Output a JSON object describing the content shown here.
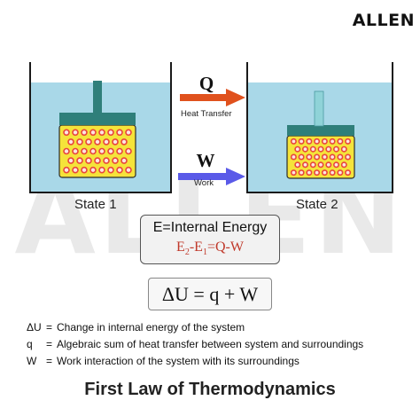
{
  "brand": "ALLEN",
  "watermark": "ALLEN",
  "states": [
    "State 1",
    "State 2"
  ],
  "arrows": {
    "heat": {
      "symbol": "Q",
      "caption": "Heat Transfer",
      "color": "#e0511d"
    },
    "work": {
      "symbol": "W",
      "caption": "Work",
      "color": "#5a5ae8"
    }
  },
  "energy_box": {
    "title": "E=Internal Energy",
    "eq": {
      "a": "E",
      "a_sub": "2",
      "dash": "-",
      "b": "E",
      "b_sub": "1",
      "rest": "=Q-W"
    }
  },
  "first_law": "ΔU = q + W",
  "legend": [
    {
      "symbol": "ΔU",
      "text": "Change in internal energy of the system"
    },
    {
      "symbol": "q",
      "text": "Algebraic sum of heat transfer between system and surroundings"
    },
    {
      "symbol": "W",
      "text": "Work interaction of the system with its surroundings"
    }
  ],
  "footer_title": "First Law of Thermodynamics",
  "colors": {
    "water": "#a9d8e8",
    "gas": "#f5e33a",
    "molecule": "#e8453c",
    "piston": "#2f7f7a",
    "piston_rod_state2": "#8fd3d8",
    "container_outline": "#1a1a1a"
  }
}
